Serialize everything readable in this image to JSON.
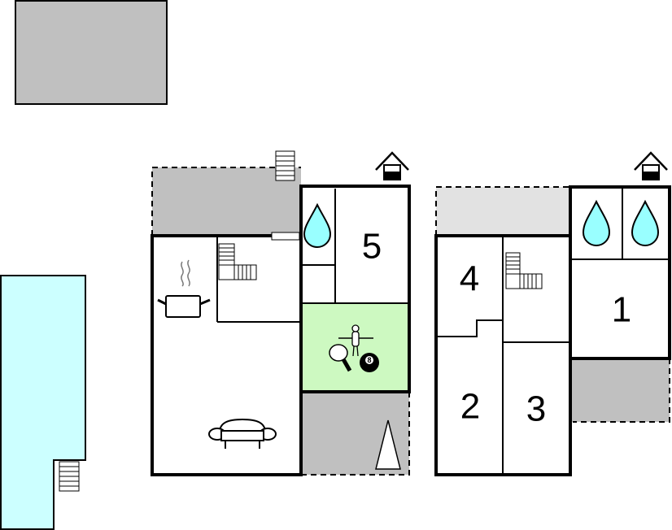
{
  "floorplan": {
    "rooms": [
      {
        "label": "5"
      },
      {
        "label": "4"
      },
      {
        "label": "1"
      },
      {
        "label": "2"
      },
      {
        "label": "3"
      }
    ],
    "billiard_ball_number": "8",
    "icons": [
      "garage-block",
      "swimming-pool",
      "stairs-icon",
      "house-entrance-icon",
      "shower-drop-icon",
      "kitchen-pot-icon",
      "sofa-icon",
      "table-tennis-icon",
      "foosball-icon",
      "billiard-ball-icon",
      "camping-tent-icon"
    ],
    "colors": {
      "wall": "#000000",
      "terrace": "#c0c0c0",
      "light_terrace": "#e2e2e2",
      "pool": "#ccffff",
      "water_drop": "#99ffff",
      "game_room": "#cdf9c1"
    }
  }
}
